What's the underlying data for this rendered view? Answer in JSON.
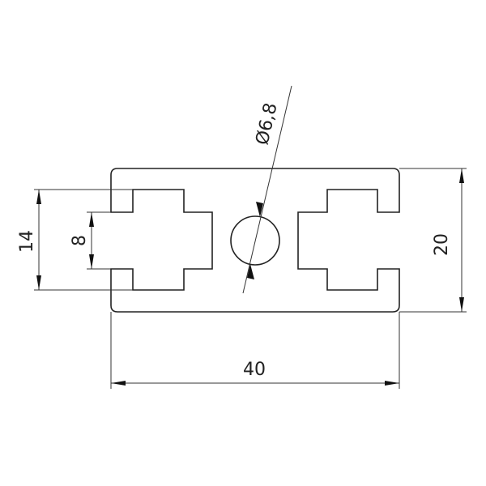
{
  "dimensions": {
    "slot_outer": "14",
    "slot_opening": "8",
    "height": "20",
    "width": "40",
    "hole_diameter": "Ø6,8"
  }
}
